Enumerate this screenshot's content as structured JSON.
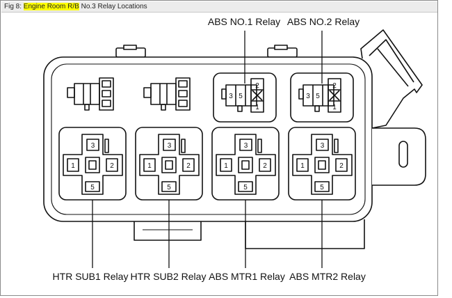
{
  "caption": {
    "prefix": "Fig 8: ",
    "highlight": "Engine Room R/B",
    "suffix": " No.3 Relay Locations"
  },
  "callouts": {
    "abs_no1": "ABS NO.1 Relay",
    "abs_no2": "ABS NO.2 Relay",
    "htr_sub1": "HTR SUB1 Relay",
    "htr_sub2": "HTR SUB2 Relay",
    "abs_mtr1": "ABS MTR1 Relay",
    "abs_mtr2": "ABS MTR2 Relay"
  },
  "small_relay_pins": [
    "3",
    "5",
    "2",
    "1"
  ],
  "cross_relay_pins": [
    "3",
    "1",
    "2",
    "5"
  ],
  "colors": {
    "line": "#111111",
    "highlight": "#ffff00",
    "caption_bg": "#ececec"
  }
}
